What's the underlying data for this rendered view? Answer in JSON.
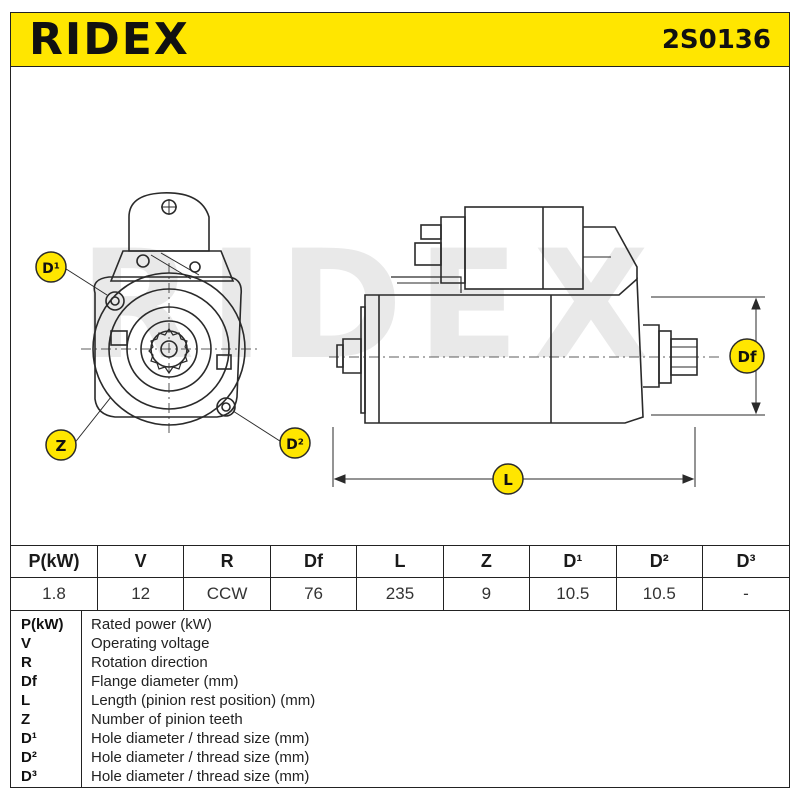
{
  "header": {
    "brand": "RIDEX",
    "part_number": "2S0136"
  },
  "drawing": {
    "watermark": "RIDEX",
    "labels": {
      "d1": "D¹",
      "d2": "D²",
      "z": "Z",
      "df": "Df",
      "l": "L"
    },
    "badge_color": "#ffe600"
  },
  "specs": {
    "headers": [
      "P(kW)",
      "V",
      "R",
      "Df",
      "L",
      "Z",
      "D¹",
      "D²",
      "D³"
    ],
    "values": [
      "1.8",
      "12",
      "CCW",
      "76",
      "235",
      "9",
      "10.5",
      "10.5",
      "-"
    ]
  },
  "legend": [
    {
      "key": "P(kW)",
      "desc": "Rated power (kW)"
    },
    {
      "key": "V",
      "desc": "Operating voltage"
    },
    {
      "key": "R",
      "desc": "Rotation direction"
    },
    {
      "key": "Df",
      "desc": "Flange diameter (mm)"
    },
    {
      "key": "L",
      "desc": "Length (pinion rest position) (mm)"
    },
    {
      "key": "Z",
      "desc": "Number of pinion teeth"
    },
    {
      "key": "D¹",
      "desc": "Hole diameter / thread size (mm)"
    },
    {
      "key": "D²",
      "desc": "Hole diameter / thread size (mm)"
    },
    {
      "key": "D³",
      "desc": "Hole diameter / thread size (mm)"
    }
  ]
}
